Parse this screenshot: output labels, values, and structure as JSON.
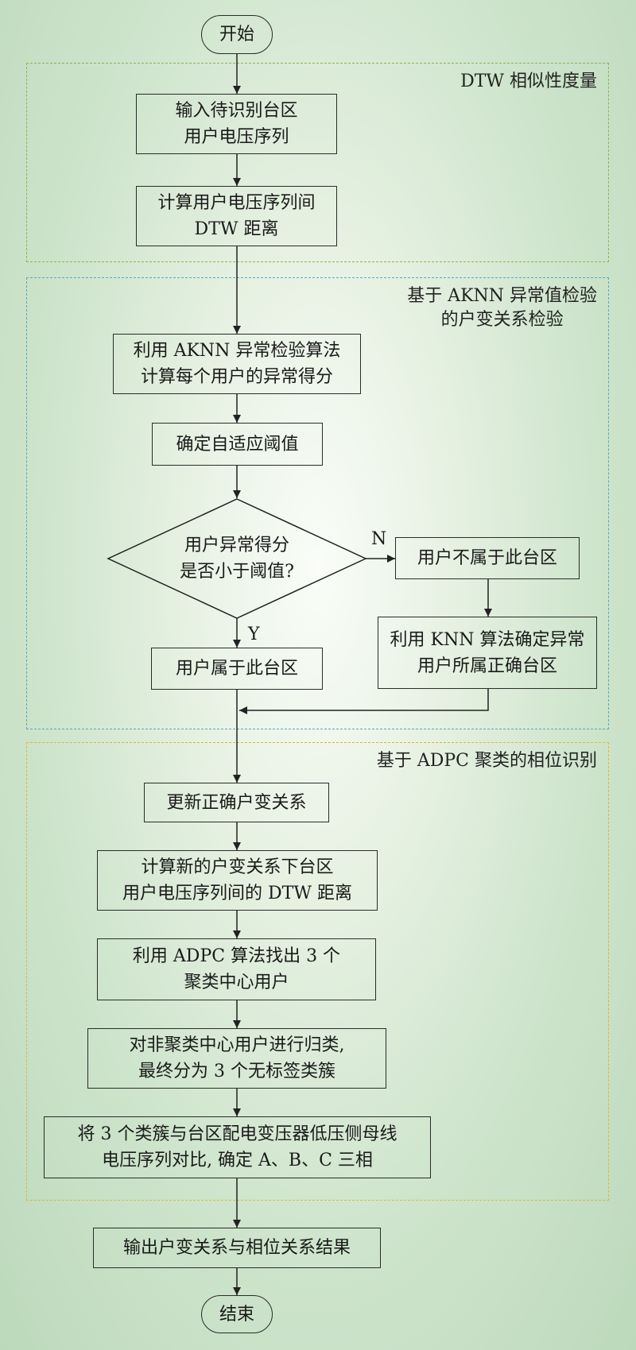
{
  "groups": {
    "dtw": {
      "title_lines": [
        "DTW 相似性度量"
      ],
      "color": "#8fb357"
    },
    "aknn": {
      "title_lines": [
        "基于 AKNN 异常值检验",
        "的户变关系检验"
      ],
      "color": "#5aa6c2"
    },
    "adpc": {
      "title_lines": [
        "基于 ADPC 聚类的相位识别"
      ],
      "color": "#e3b33a"
    }
  },
  "nodes": {
    "start": [
      "开始"
    ],
    "input_voltage": [
      "输入待识别台区",
      "用户电压序列"
    ],
    "calc_dtw": [
      "计算用户电压序列间",
      "DTW 距离"
    ],
    "aknn_score": [
      "利用 AKNN 异常检验算法",
      "计算每个用户的异常得分"
    ],
    "threshold": [
      "确定自适应阈值"
    ],
    "decision": [
      "用户异常得分",
      "是否小于阈值?"
    ],
    "not_belong": [
      "用户不属于此台区"
    ],
    "knn_correct": [
      "利用 KNN 算法确定异常",
      "用户所属正确台区"
    ],
    "belong": [
      "用户属于此台区"
    ],
    "update_relation": [
      "更新正确户变关系"
    ],
    "calc_new_dtw": [
      "计算新的户变关系下台区",
      "用户电压序列间的 DTW 距离"
    ],
    "adpc_centers": [
      "利用  ADPC 算法找出 3 个",
      "聚类中心用户"
    ],
    "classify": [
      "对非聚类中心用户进行归类,",
      "最终分为 3 个无标签类簇"
    ],
    "compare_phase": [
      "将 3 个类簇与台区配电变压器低压侧母线",
      "电压序列对比, 确定 A、B、C 三相"
    ],
    "output_result": [
      "输出户变关系与相位关系结果"
    ],
    "end": [
      "结束"
    ]
  },
  "branches": {
    "no": "N",
    "yes": "Y"
  }
}
